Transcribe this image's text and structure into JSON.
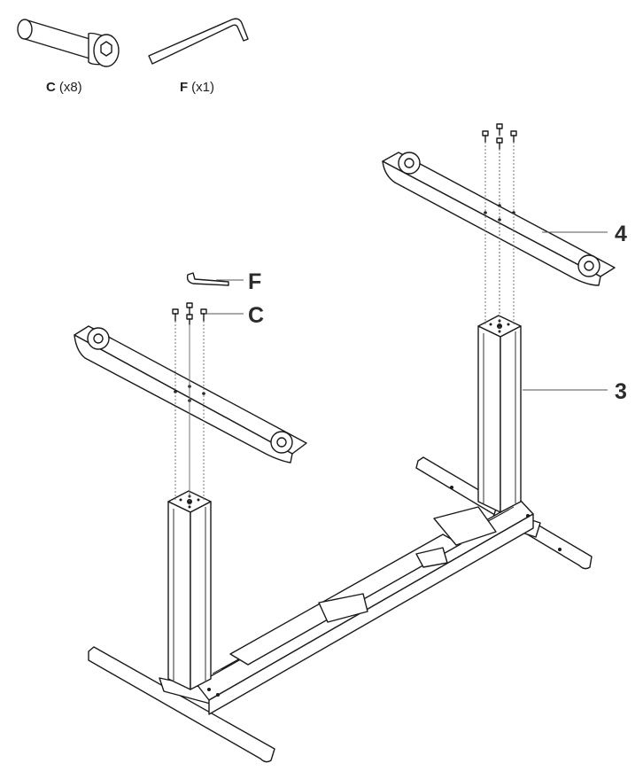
{
  "parts_legend": [
    {
      "letter": "C",
      "qty": "(x8)",
      "icon": "bolt-icon"
    },
    {
      "letter": "F",
      "qty": "(x1)",
      "icon": "hex-key-icon"
    }
  ],
  "callouts": {
    "hex_key": "F",
    "bolts": "C",
    "crossbar": "4",
    "leg_column": "3"
  }
}
